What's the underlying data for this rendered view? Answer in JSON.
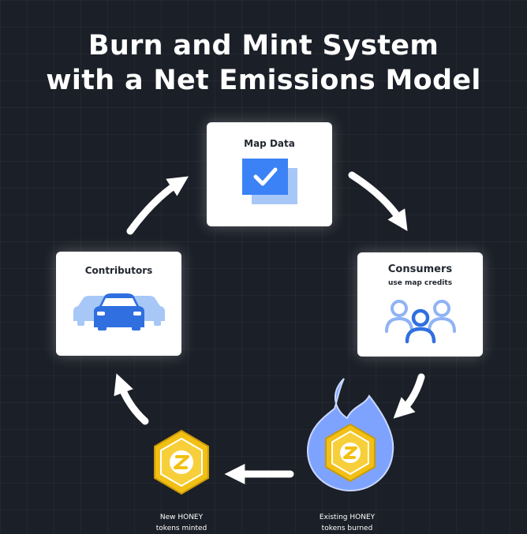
{
  "title": {
    "line1": "Burn and Mint System",
    "line2": "with a Net Emissions Model"
  },
  "nodes": {
    "map_data": {
      "label": "Map Data",
      "icon": "map-data-check-icon"
    },
    "consumers": {
      "label": "Consumers",
      "sublabel": "use map credits",
      "icon": "people-group-icon"
    },
    "contributors": {
      "label": "Contributors",
      "icon": "cars-icon"
    },
    "burned": {
      "line1": "Existing HONEY",
      "line2": "tokens burned",
      "icon": "honey-token-icon"
    },
    "minted": {
      "line1": "New HONEY",
      "line2": "tokens minted",
      "icon": "honey-token-icon"
    }
  },
  "flow": [
    "Map Data",
    "Consumers",
    "Existing HONEY tokens burned",
    "New HONEY tokens minted",
    "Contributors",
    "Map Data"
  ],
  "colors": {
    "background": "#1b1f27",
    "accent_blue": "#3b82f6",
    "light_blue": "#a7c7f7",
    "flame_blue": "#7ea3ff",
    "token_gold": "#f2c014",
    "arrow": "#ffffff"
  }
}
